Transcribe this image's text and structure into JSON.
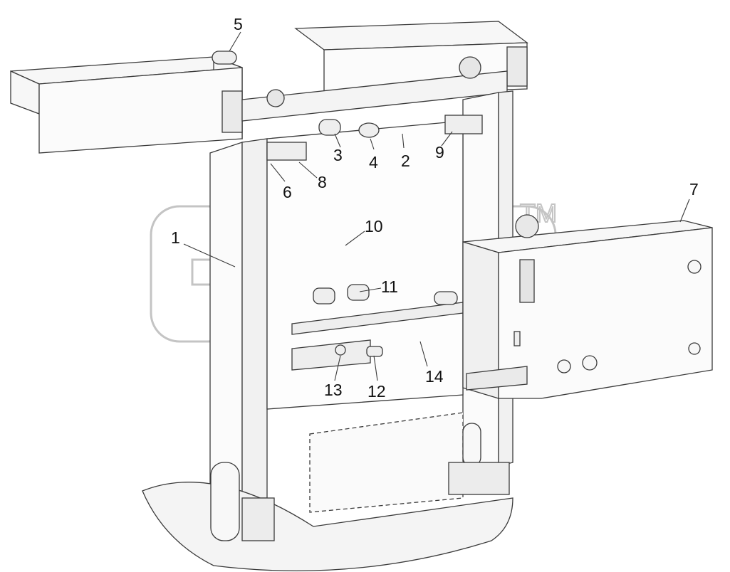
{
  "diagram": {
    "header_mark": "",
    "watermark": {
      "text": "ЭПФ",
      "trademark": "TM"
    },
    "callouts": [
      {
        "id": "c1",
        "label": "1"
      },
      {
        "id": "c2",
        "label": "2"
      },
      {
        "id": "c3",
        "label": "3"
      },
      {
        "id": "c4",
        "label": "4"
      },
      {
        "id": "c5",
        "label": "5"
      },
      {
        "id": "c6",
        "label": "6"
      },
      {
        "id": "c7",
        "label": "7"
      },
      {
        "id": "c8",
        "label": "8"
      },
      {
        "id": "c9",
        "label": "9"
      },
      {
        "id": "c10",
        "label": "10"
      },
      {
        "id": "c11",
        "label": "11"
      },
      {
        "id": "c12",
        "label": "12"
      },
      {
        "id": "c13",
        "label": "13"
      },
      {
        "id": "c14",
        "label": "14"
      }
    ],
    "colors": {
      "line": "#3a3a3a",
      "fill": "#f2f2f2",
      "watermark": "#bdbdbd"
    }
  }
}
